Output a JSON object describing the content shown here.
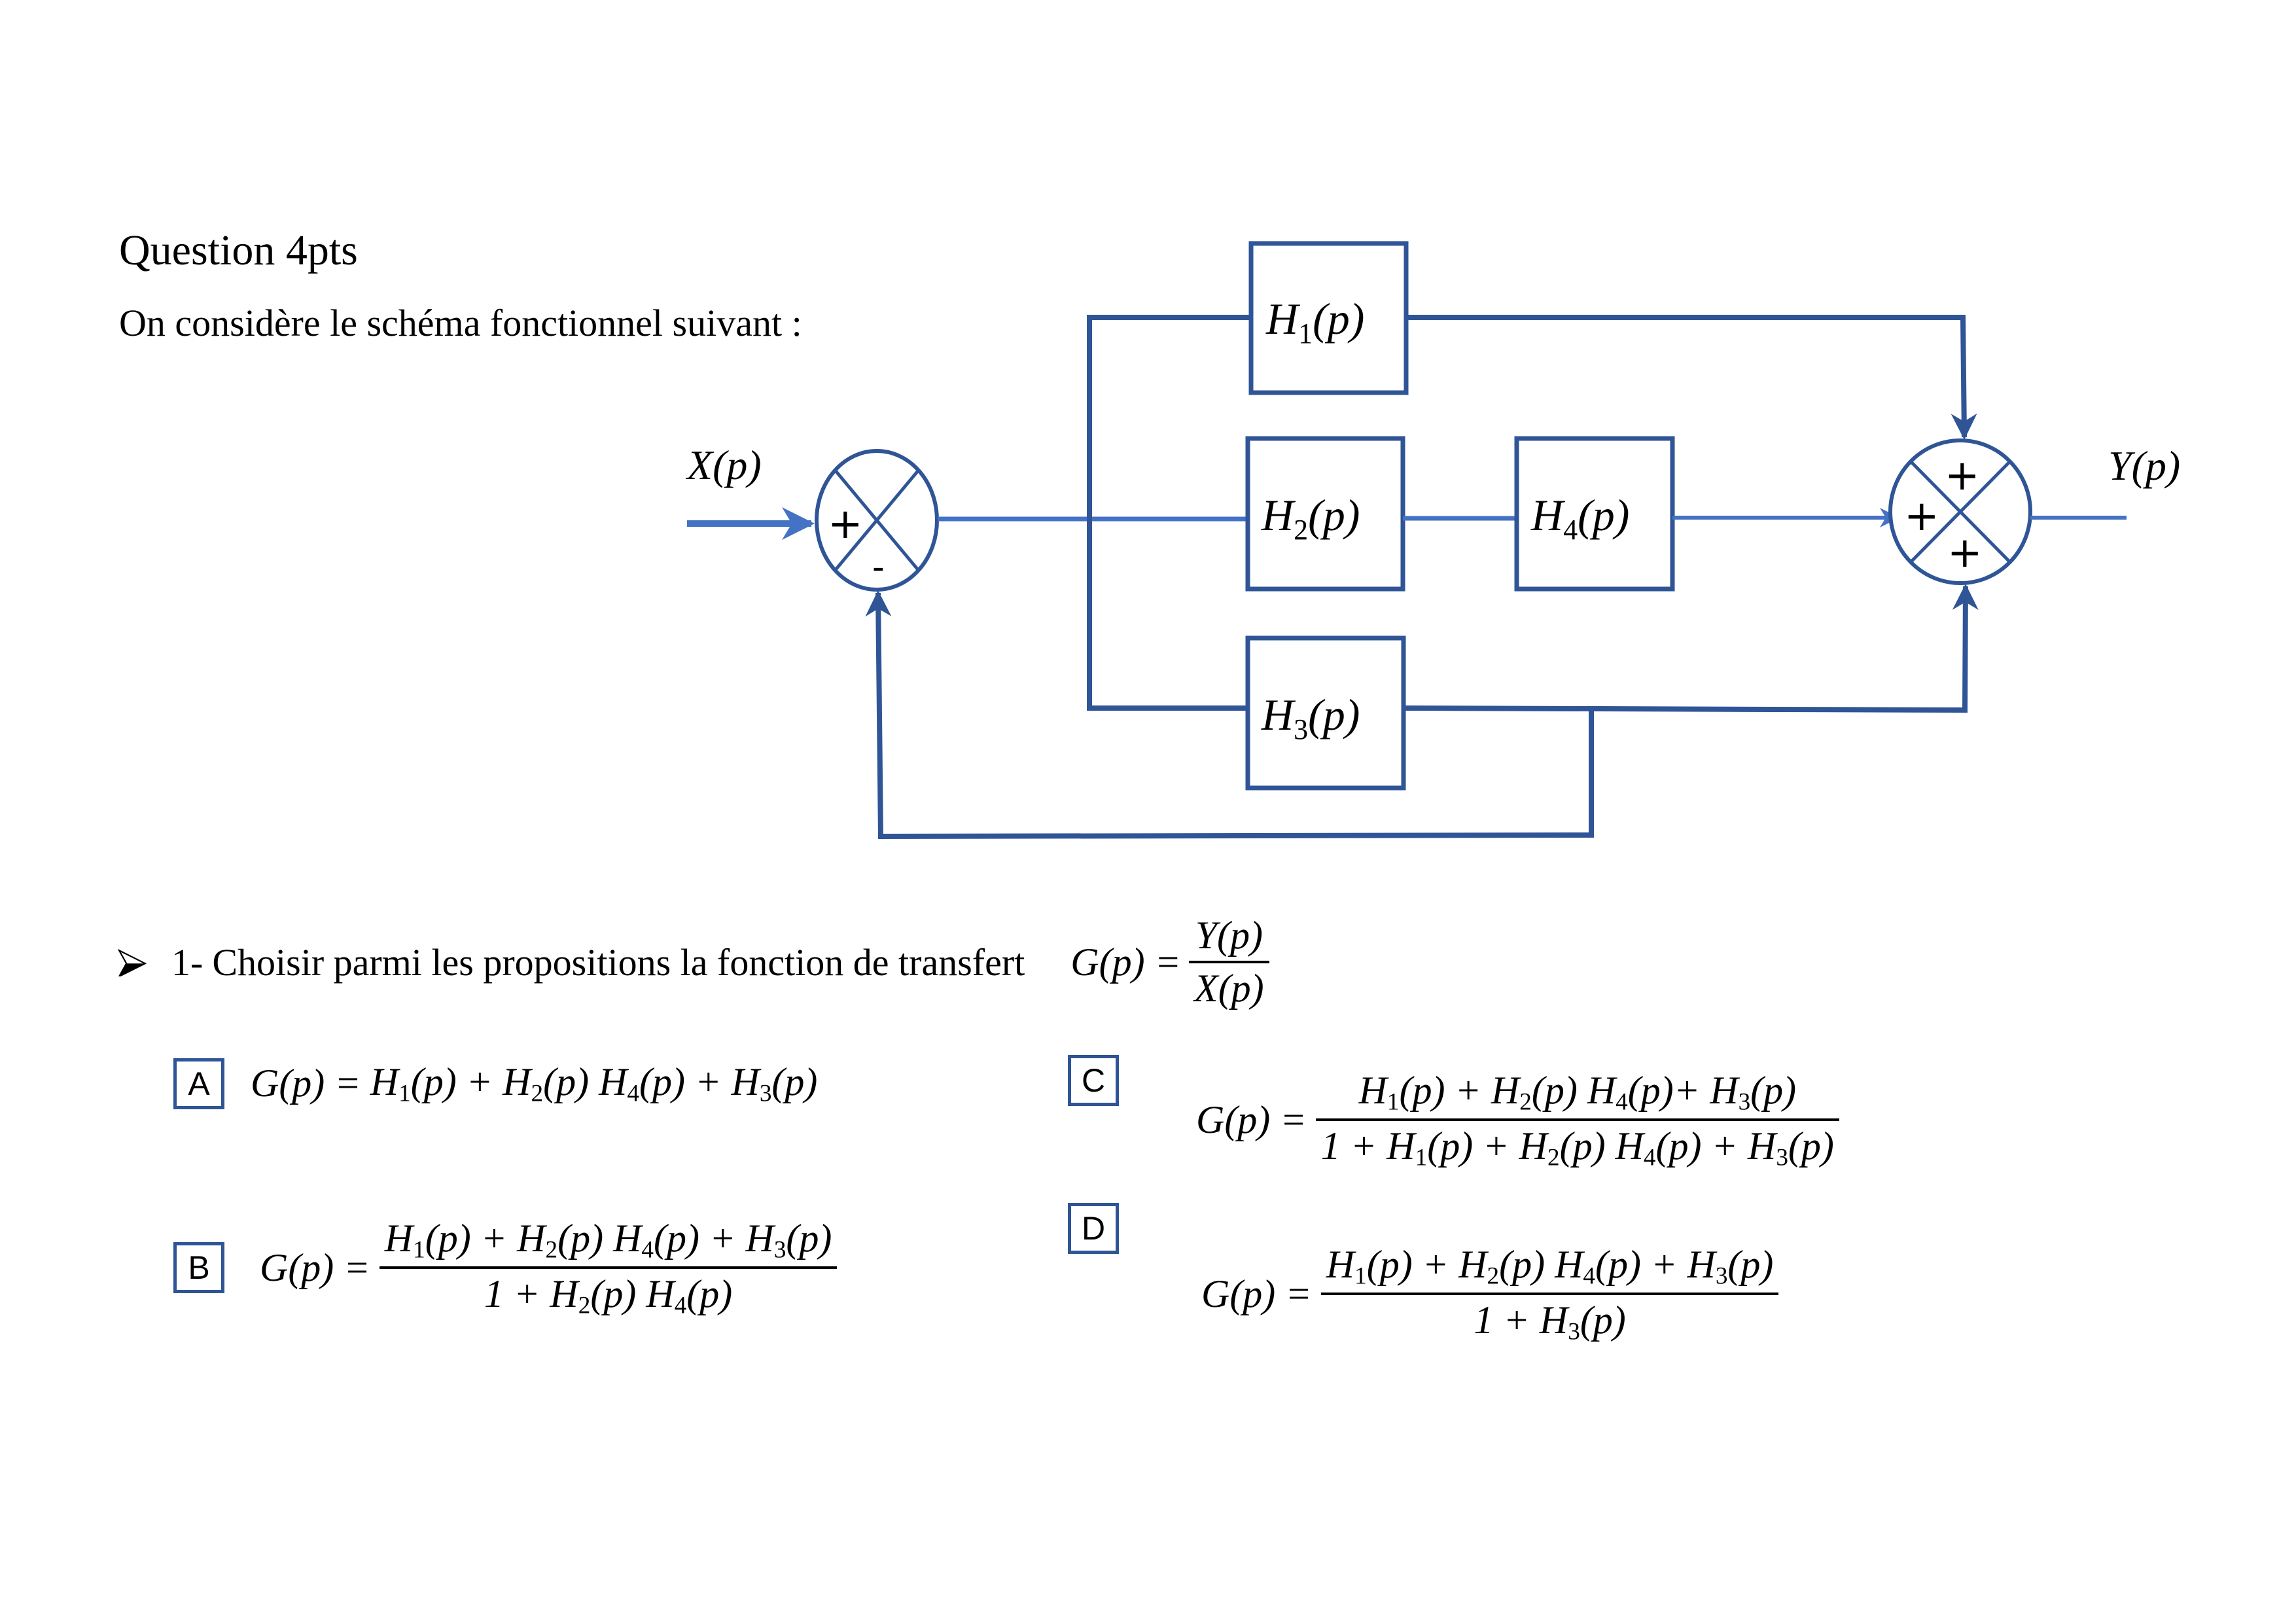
{
  "header": {
    "title": "Question 4pts",
    "intro": "On considère le schéma fonctionnel suivant :"
  },
  "diagram": {
    "input_label": "X(p)",
    "output_label": "Y(p)",
    "colors": {
      "box_stroke": "#2F5597",
      "signal_line": "#4472C4",
      "text": "#000000"
    },
    "summing_junction_1": {
      "signs": {
        "left": "+",
        "bottom": "-"
      }
    },
    "summing_junction_2": {
      "signs": {
        "top": "+",
        "left": "+",
        "bottom": "+"
      }
    },
    "blocks": [
      {
        "id": "H1",
        "sym": "H",
        "idx": "1",
        "arg": "(p)"
      },
      {
        "id": "H2",
        "sym": "H",
        "idx": "2",
        "arg": "(p)"
      },
      {
        "id": "H4",
        "sym": "H",
        "idx": "4",
        "arg": "(p)"
      },
      {
        "id": "H3",
        "sym": "H",
        "idx": "3",
        "arg": "(p)"
      }
    ]
  },
  "question": {
    "number": "1-",
    "text": "Choisir parmi les propositions la fonction de transfert",
    "lhs": "G(p) =",
    "numerator": "Y(p)",
    "denominator": "X(p)"
  },
  "options": [
    {
      "letter": "A",
      "lhs": "G(p) =",
      "expression": "H1(p) + H2(p) H4(p) + H3(p)"
    },
    {
      "letter": "B",
      "lhs": "G(p) =",
      "numerator": "H1(p) + H2(p) H4(p) + H3(p)",
      "denominator": "1 + H2(p) H4(p)"
    },
    {
      "letter": "C",
      "lhs": "G(p) =",
      "numerator": "H1(p) + H2(p) H4(p)+ H3(p)",
      "denominator": "1 + H1(p) + H2(p) H4(p) + H3(p)"
    },
    {
      "letter": "D",
      "lhs": "G(p) =",
      "numerator": "H1(p) + H2(p) H4(p) + H3(p)",
      "denominator": "1 + H3(p)"
    }
  ]
}
